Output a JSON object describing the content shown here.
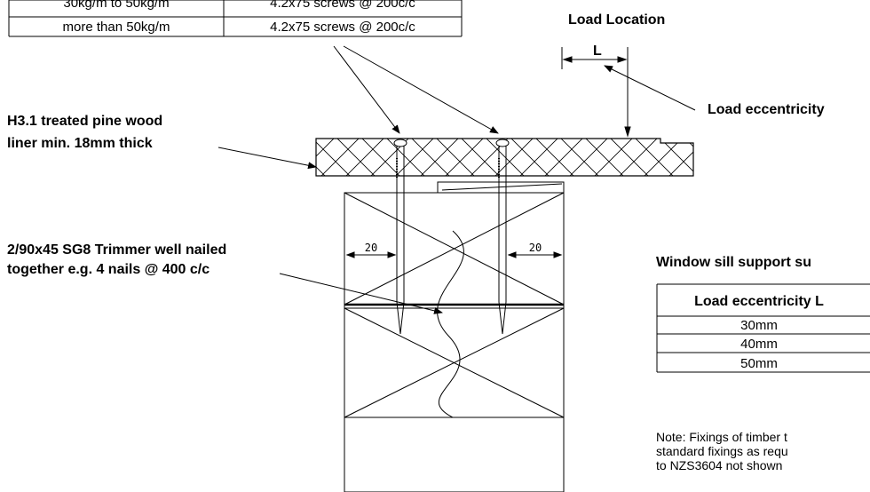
{
  "fixing_table": {
    "rows": [
      [
        "30kg/m to 50kg/m",
        "4.2x75 screws @ 200c/c"
      ],
      [
        "more than 50kg/m",
        "4.2x75 screws @ 200c/c"
      ]
    ]
  },
  "labels": {
    "load_location": "Load Location",
    "load_length": "L",
    "load_eccentricity": "Load eccentricity",
    "liner_line1": "H3.1 treated pine wood",
    "liner_line2": "liner min. 18mm thick",
    "trimmer_line1": "2/90x45 SG8 Trimmer well nailed",
    "trimmer_line2": "together e.g. 4 nails @ 400 c/c",
    "dim_left": "20",
    "dim_right": "20"
  },
  "support_table": {
    "title": "Window sill support su",
    "header": "Load eccentricity L",
    "rows": [
      "30mm",
      "40mm",
      "50mm"
    ]
  },
  "note": {
    "line1": "Note: Fixings of timber  t",
    "line2": "standard fixings as requ",
    "line3": "to NZS3604 not shown"
  },
  "colors": {
    "ink": "#000000",
    "background": "#ffffff"
  }
}
